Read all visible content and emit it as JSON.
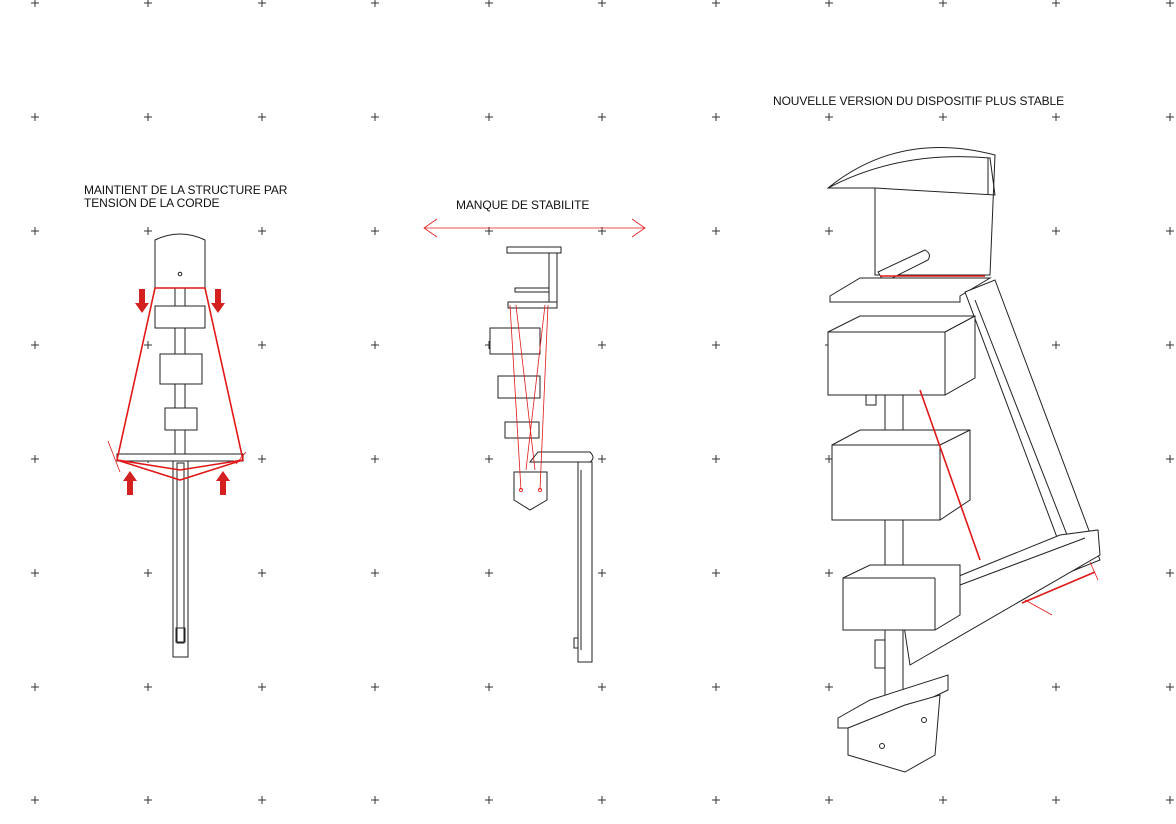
{
  "annotations": {
    "left_line1": "MAINTIENT DE LA STRUCTURE PAR",
    "left_line2": "TENSION DE LA CORDE",
    "middle": "MANQUE DE STABILITE",
    "right": "NOUVELLE VERSION DU DISPOSITIF PLUS STABLE"
  },
  "colors": {
    "line": "#222222",
    "accent": "#e01818",
    "background": "#ffffff"
  }
}
